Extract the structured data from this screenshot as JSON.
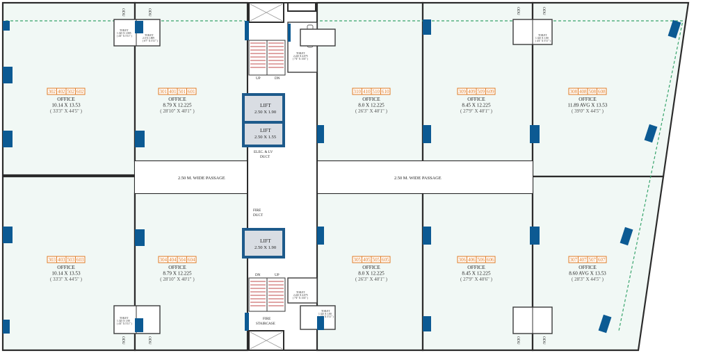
{
  "offices": [
    {
      "id": "office-302",
      "units": [
        "302",
        "402",
        "502",
        "602"
      ],
      "label": "OFFICE",
      "size": "10.14 X 13.53",
      "imperial": "( 33'3\" X 44'5\" )"
    },
    {
      "id": "office-301",
      "units": [
        "301",
        "401",
        "501",
        "601"
      ],
      "label": "OFFICE",
      "size": "8.79 X 12.225",
      "imperial": "( 28'10\" X 40'1\" )"
    },
    {
      "id": "office-310",
      "units": [
        "310",
        "410",
        "510",
        "610"
      ],
      "label": "OFFICE",
      "size": "8.0 X 12.225",
      "imperial": "( 26'3\" X 40'1\" )"
    },
    {
      "id": "office-309",
      "units": [
        "309",
        "409",
        "509",
        "609"
      ],
      "label": "OFFICE",
      "size": "8.45 X 12.225",
      "imperial": "( 27'9\" X 40'1\" )"
    },
    {
      "id": "office-308",
      "units": [
        "308",
        "408",
        "508",
        "608"
      ],
      "label": "OFFICE",
      "size": "11.89 AVG X 13.53",
      "imperial": "( 39'0\" X 44'5\" )"
    },
    {
      "id": "office-303",
      "units": [
        "303",
        "403",
        "503",
        "603"
      ],
      "label": "OFFICE",
      "size": "10.14 X 13.53",
      "imperial": "( 33'3\" X 44'5\" )"
    },
    {
      "id": "office-304",
      "units": [
        "304",
        "404",
        "504",
        "604"
      ],
      "label": "OFFICE",
      "size": "8.79 X 12.225",
      "imperial": "( 28'10\" X 40'1\" )"
    },
    {
      "id": "office-305",
      "units": [
        "305",
        "405",
        "505",
        "605"
      ],
      "label": "OFFICE",
      "size": "8.0 X 12.225",
      "imperial": "( 26'3\" X 40'1\" )"
    },
    {
      "id": "office-306",
      "units": [
        "306",
        "406",
        "506",
        "606"
      ],
      "label": "OFFICE",
      "size": "8.45 X 12.225",
      "imperial": "( 27'9\" X 40'6\" )"
    },
    {
      "id": "office-307",
      "units": [
        "307",
        "407",
        "507",
        "607"
      ],
      "label": "OFFICE",
      "size": "8.60 AVG X 13.53",
      "imperial": "( 28'3\" X 44'5\" )"
    }
  ],
  "core": {
    "lift_top": {
      "name": "LIFT",
      "size": "2.50 X 1.90"
    },
    "lift_mid": {
      "name": "LIFT",
      "size": "2.50 X 1.55"
    },
    "lift_bottom": {
      "name": "LIFT",
      "size": "2.50 X 1.90"
    },
    "elec_duct": [
      "ELEC. & LV",
      "DUCT"
    ],
    "fire_duct": [
      "FIRE",
      "DUCT"
    ],
    "fire_staircase": [
      "FIRE",
      "STAIRCASE"
    ],
    "stair_top": {
      "up": "UP",
      "dn": "DN"
    },
    "stair_bottom": {
      "dn": "DN",
      "up": "UP"
    },
    "core_toilet": {
      "name": "TOILET",
      "size": "2.225 X 4.075",
      "imperial": "( 7'4\" X 13'4\" )"
    }
  },
  "passages": [
    "2.50 M. WIDE PASSAGE",
    "2.50 M. WIDE PASSAGE"
  ],
  "toilets": {
    "t1": {
      "name": "TOILET",
      "size": "1.325 X 1.805",
      "imperial": "( 4'4\" X 5'11\" )"
    },
    "t2": {
      "name": "TOILET",
      "size": "2.0 X 1.809",
      "imperial": "( 6'7\" X 5'11\" )"
    },
    "t3": {
      "name": "TOILET",
      "size": "1.325 X 1.80",
      "imperial": "( 4'4\" X 5'11\" )"
    },
    "t4": {
      "name": "TOILET",
      "size": "1.325 X 1.80",
      "imperial": "( 4'4\" X 5'11\" )"
    },
    "t5": {
      "name": "TOILET",
      "size": "1.325 X 1.80",
      "imperial": "( 4'4\" X 5'11\" )"
    }
  },
  "odu_label": "ODU"
}
